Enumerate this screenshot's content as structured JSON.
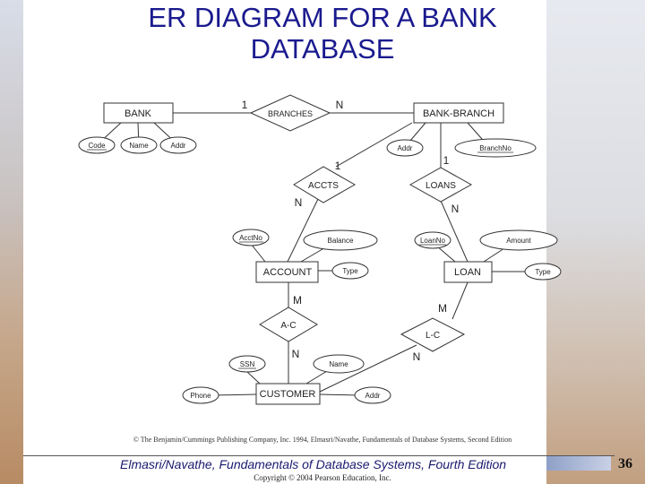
{
  "slide": {
    "title_line1": "ER DIAGRAM FOR A BANK",
    "title_line2": "DATABASE",
    "credit": "© The Benjamin/Cummings Publishing Company, Inc. 1994, Elmasri/Navathe, Fundamentals of Database Systems, Second Edition",
    "footer": "Elmasri/Navathe, Fundamentals of Database Systems, Fourth Edition",
    "copyright": "Copyright © 2004 Pearson Education, Inc.",
    "page_number": "36"
  },
  "diagram": {
    "entities": {
      "bank": "BANK",
      "bank_branch": "BANK-BRANCH",
      "account": "ACCOUNT",
      "loan": "LOAN",
      "customer": "CUSTOMER"
    },
    "relationships": {
      "branches": "BRANCHES",
      "accts": "ACCTS",
      "loans": "LOANS",
      "a_c": "A-C",
      "l_c": "L-C"
    },
    "attributes": {
      "bank_code": "Code",
      "bank_name": "Name",
      "bank_addr": "Addr",
      "branch_addr": "Addr",
      "branch_no": "BranchNo",
      "acct_no": "AcctNo",
      "balance": "Balance",
      "acct_type": "Type",
      "loan_no": "LoanNo",
      "amount": "Amount",
      "loan_type": "Type",
      "ssn": "SSN",
      "cust_name": "Name",
      "phone": "Phone",
      "cust_addr": "Addr"
    },
    "cardinalities": {
      "branches_bank": "1",
      "branches_branch": "N",
      "accts_branch": "1",
      "accts_account": "N",
      "loans_branch": "1",
      "loans_loan": "N",
      "ac_account": "M",
      "ac_customer": "N",
      "lc_loan": "M",
      "lc_customer": "N"
    }
  }
}
